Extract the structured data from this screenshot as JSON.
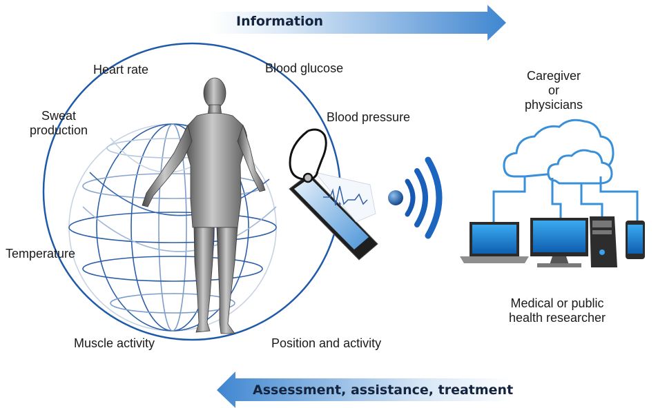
{
  "flows": {
    "information": "Information",
    "feedback": "Assessment, assistance, treatment"
  },
  "sensors": {
    "heart_rate": "Heart rate",
    "blood_glucose": "Blood glucose",
    "blood_pressure": "Blood pressure",
    "sweat_line1": "Sweat",
    "sweat_line2": "production",
    "temperature": "Temperature",
    "muscle_activity": "Muscle activity",
    "position_activity": "Position and activity"
  },
  "recipients": {
    "caregiver_line1": "Caregiver",
    "caregiver_line2": "or",
    "caregiver_line3": "physicians",
    "researcher_line1": "Medical or public",
    "researcher_line2": "health researcher"
  },
  "icons": [
    "human-body-icon",
    "wireframe-globe-icon",
    "stethoscope-icon",
    "smartphone-icon",
    "wireless-signal-icon",
    "cloud-icon",
    "laptop-icon",
    "desktop-monitor-icon",
    "computer-tower-icon",
    "mobile-phone-icon"
  ],
  "colors": {
    "arrow_blue": "#4a8fd4",
    "ring_blue": "#1f5aa8",
    "cloud_blue": "#3a8fd9",
    "text": "#1a1a1a"
  }
}
